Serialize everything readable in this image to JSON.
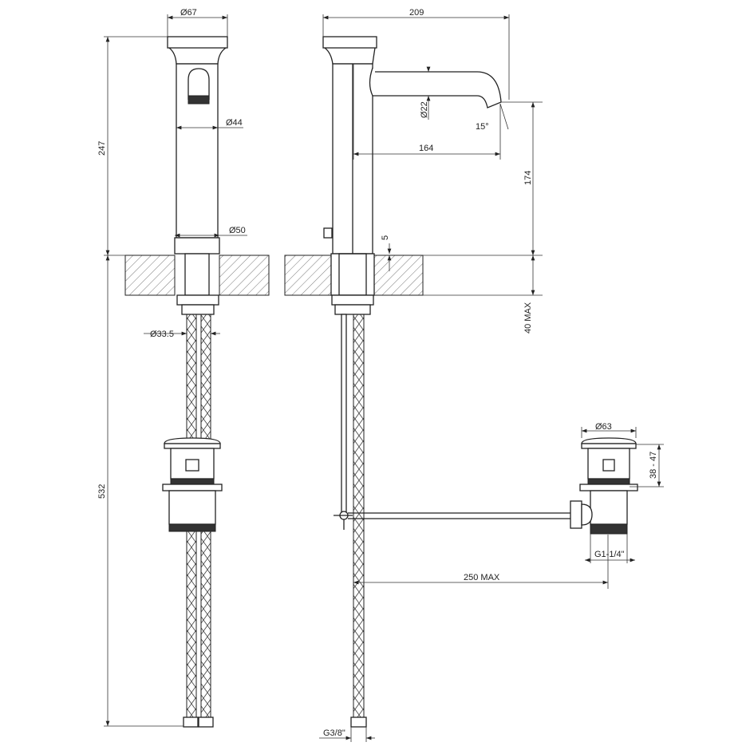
{
  "drawing": {
    "views": [
      "front",
      "side"
    ],
    "dimensions": {
      "cap_diameter": "Ø67",
      "total_height_above": "247",
      "body_diameter": "Ø44",
      "base_diameter": "Ø50",
      "spout_reach": "209",
      "spout_diameter": "Ø22",
      "spout_angle": "15°",
      "spout_projection": "164",
      "spout_height": "174",
      "base_thickness": "5",
      "max_counter_thickness": "40 MAX",
      "shank_diameter": "Ø33.5",
      "total_height_below": "532",
      "drain_cap_diameter": "Ø63",
      "drain_height_range": "38 - 47",
      "drain_thread": "G1-1/4\"",
      "rod_length": "250 MAX",
      "hose_thread": "G3/8\""
    }
  }
}
